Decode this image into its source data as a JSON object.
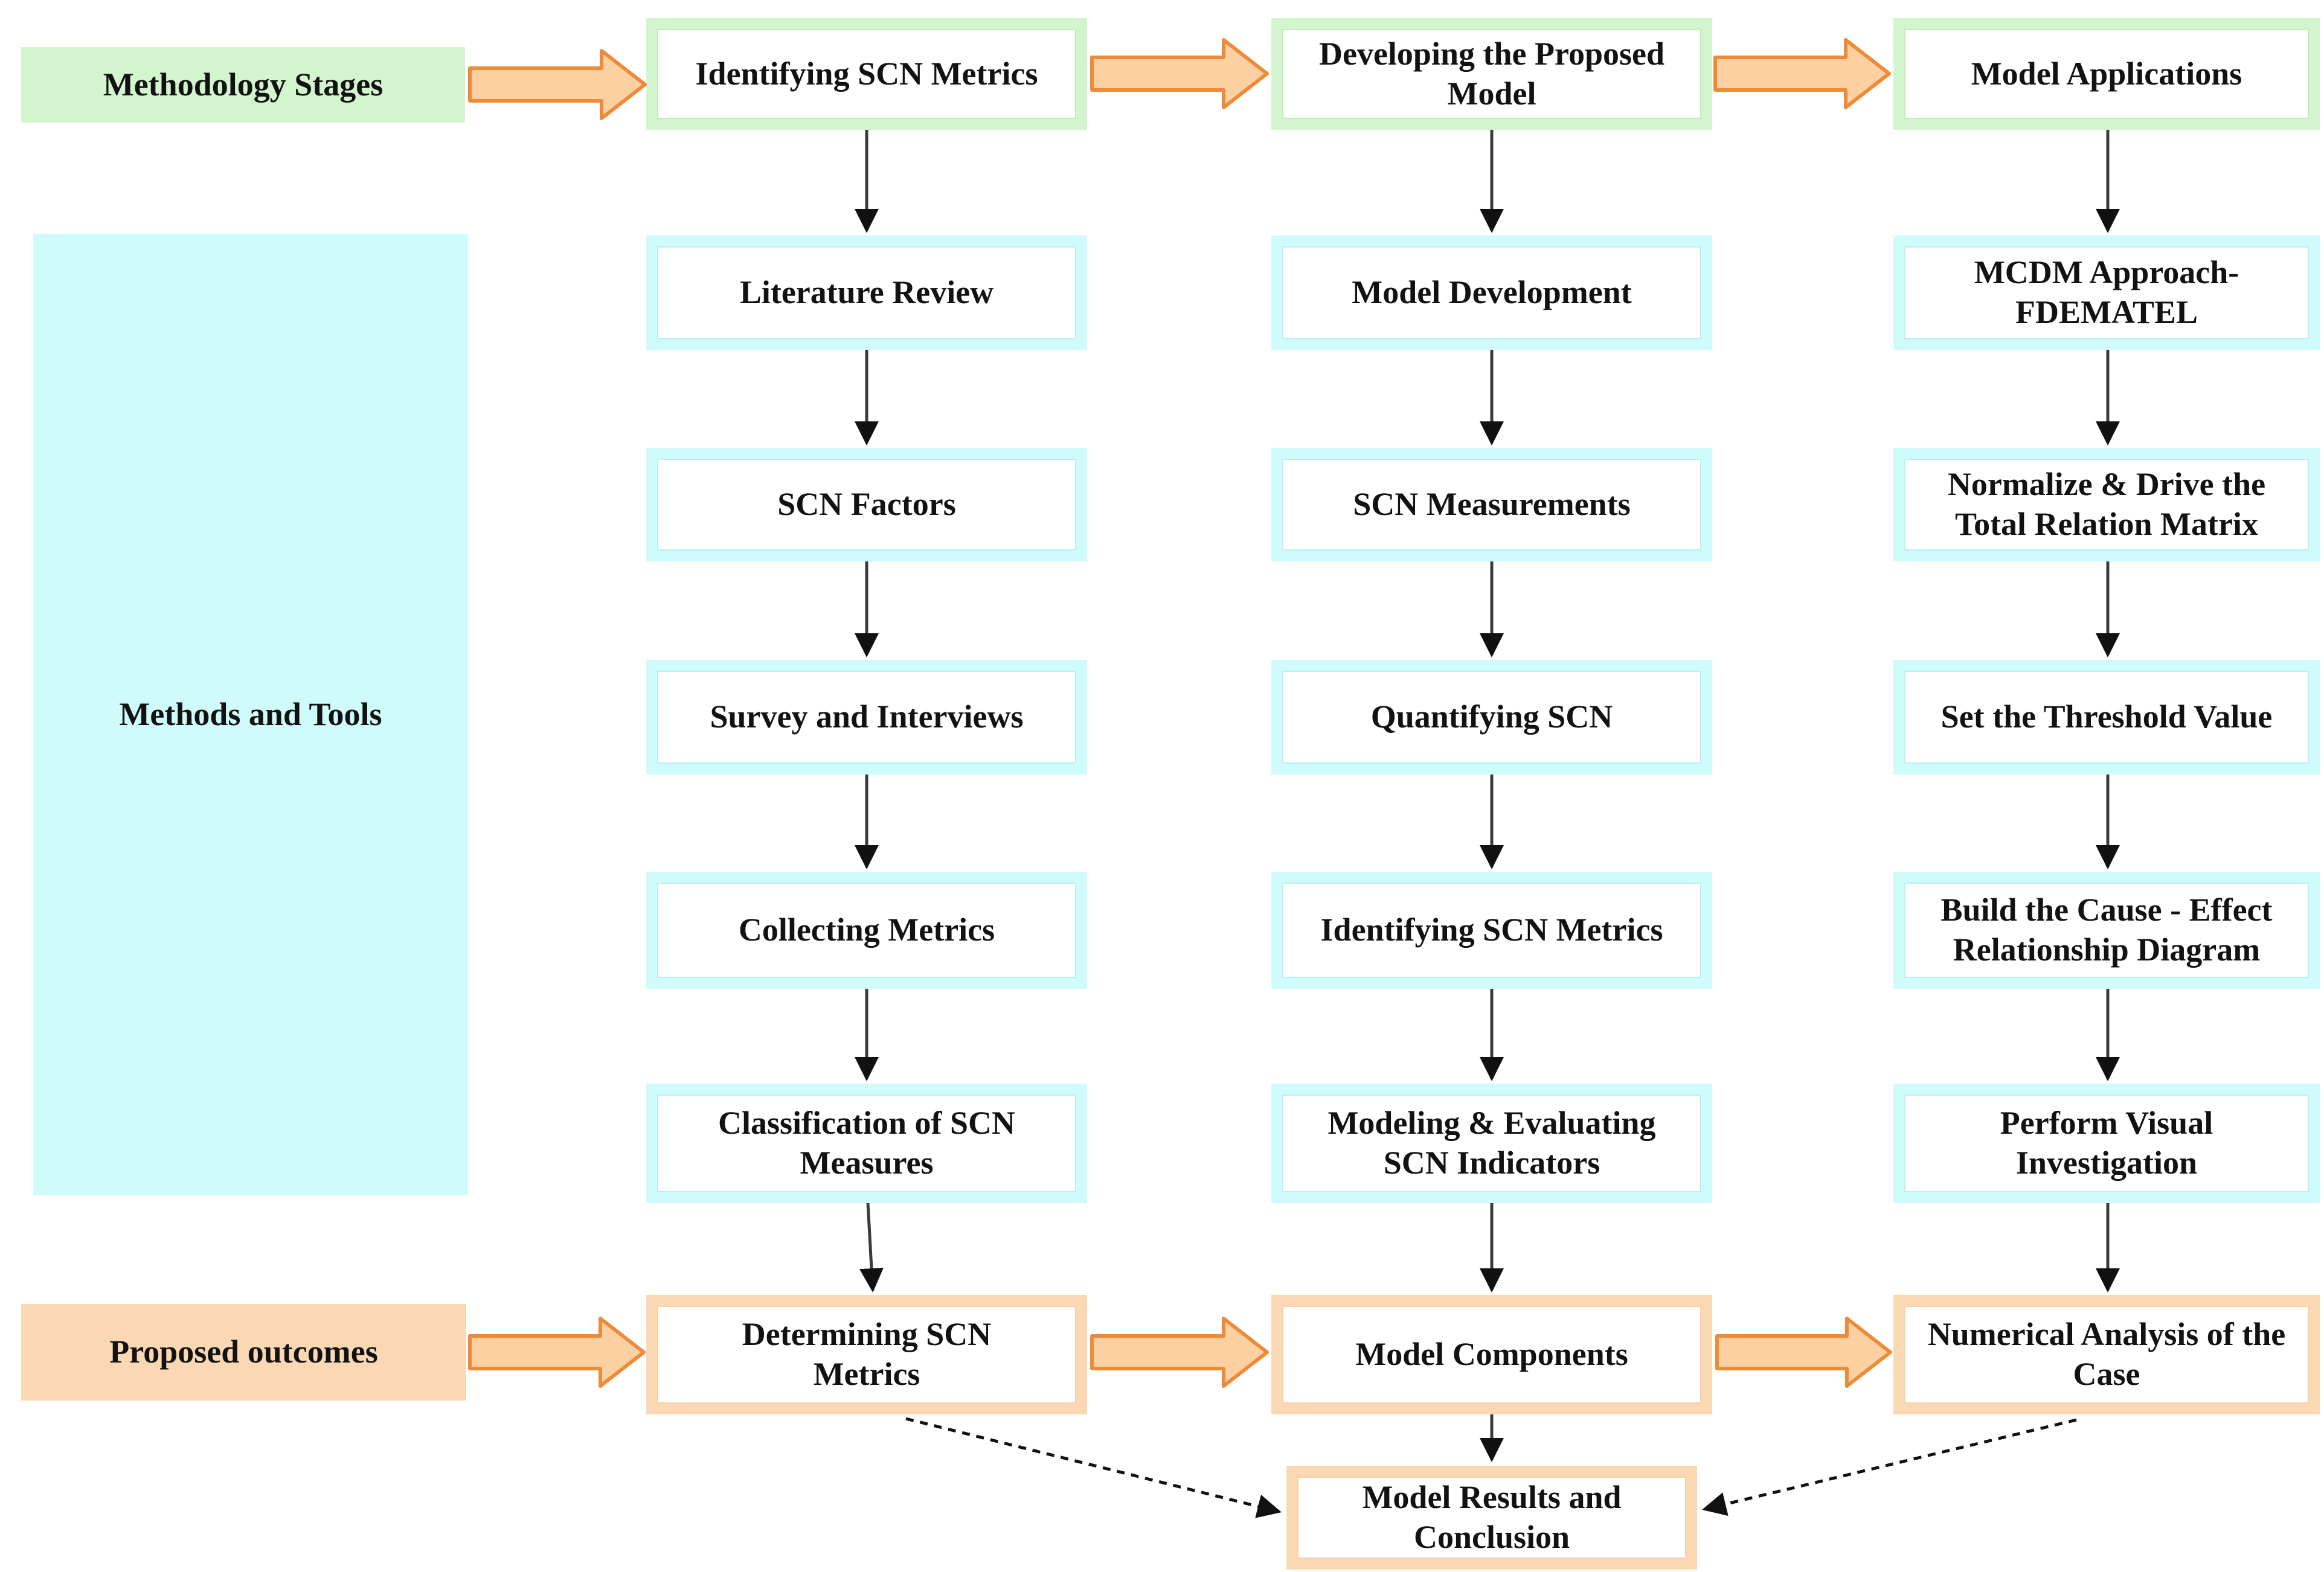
{
  "palette": {
    "stage_green": "#d2f5cd",
    "tools_cyan": "#cffbfb",
    "outcome_orange": "#fbd8b4",
    "block_arrow_fill": "#fcd0a0",
    "block_arrow_stroke": "#ed8b38",
    "connector_gray": "#3b3b3b",
    "text_color": "#121212"
  },
  "row_labels": {
    "stages": "Methodology Stages",
    "methods": "Methods and Tools",
    "outcomes": "Proposed outcomes"
  },
  "columns": [
    {
      "header": "Identifying SCN Metrics",
      "steps": [
        "Literature Review",
        "SCN Factors",
        "Survey and Interviews",
        "Collecting Metrics",
        "Classification of SCN Measures"
      ],
      "outcome": "Determining SCN Metrics"
    },
    {
      "header": "Developing the Proposed Model",
      "steps": [
        "Model Development",
        "SCN Measurements",
        "Quantifying SCN",
        "Identifying SCN Metrics",
        "Modeling & Evaluating SCN Indicators"
      ],
      "outcome": "Model Components"
    },
    {
      "header": "Model Applications",
      "steps": [
        "MCDM Approach-FDEMATEL",
        "Normalize & Drive the Total Relation Matrix",
        "Set the Threshold Value",
        "Build the Cause - Effect Relationship Diagram",
        "Perform Visual Investigation"
      ],
      "outcome": "Numerical Analysis of the Case"
    }
  ],
  "final_box": "Model Results and Conclusion"
}
